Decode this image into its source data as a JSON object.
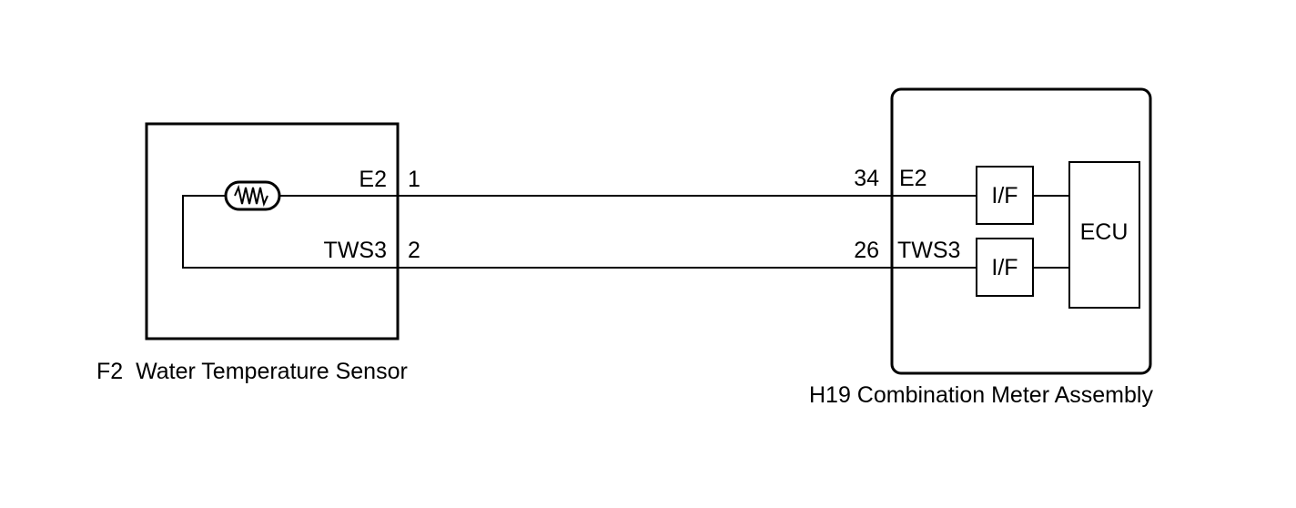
{
  "sensor": {
    "caption": "F2  Water Temperature Sensor",
    "pin_e2_name": "E2",
    "pin_e2_number": "1",
    "pin_tws3_name": "TWS3",
    "pin_tws3_number": "2"
  },
  "meter": {
    "caption": "H19 Combination Meter Assembly",
    "pin_e2_number": "34",
    "pin_e2_name": "E2",
    "pin_tws3_number": "26",
    "pin_tws3_name": "TWS3",
    "interface_1_label": "I/F",
    "interface_2_label": "I/F",
    "ecu_label": "ECU"
  },
  "colors": {
    "line": "#000000",
    "background": "#ffffff"
  },
  "icons": {
    "thermistor": "thermistor-icon"
  }
}
